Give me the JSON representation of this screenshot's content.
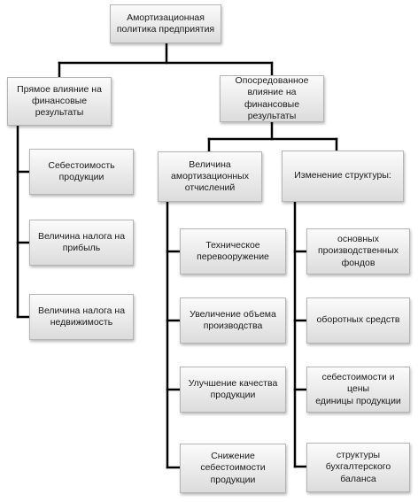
{
  "root": "Амортизационная\nполитика предприятия",
  "direct": {
    "title": "Прямое влияние на\nфинансовые\nрезультаты",
    "items": [
      "Себестоимость\nпродукции",
      "Величина налога на\nприбыль",
      "Величина налога на\nнедвижимость"
    ]
  },
  "indirect": {
    "title": "Опосредованное\nвлияние на\nфинансовые\nрезультаты",
    "amount": {
      "title": "Величина\nамортизационных\nотчислений",
      "items": [
        "Техническое\nперевооружение",
        "Увеличение объема\nпроизводства",
        "Улучшение качества\nпродукции",
        "Снижение\nсебестоимости\nпродукции"
      ]
    },
    "structure": {
      "title": "Изменение структуры:",
      "items": [
        "основных\nпроизводственных\nфондов",
        "оборотных средств",
        "себестоимости и цены\nединицы продукции",
        "структуры\nбухгалтерского\nбаланса"
      ]
    }
  }
}
